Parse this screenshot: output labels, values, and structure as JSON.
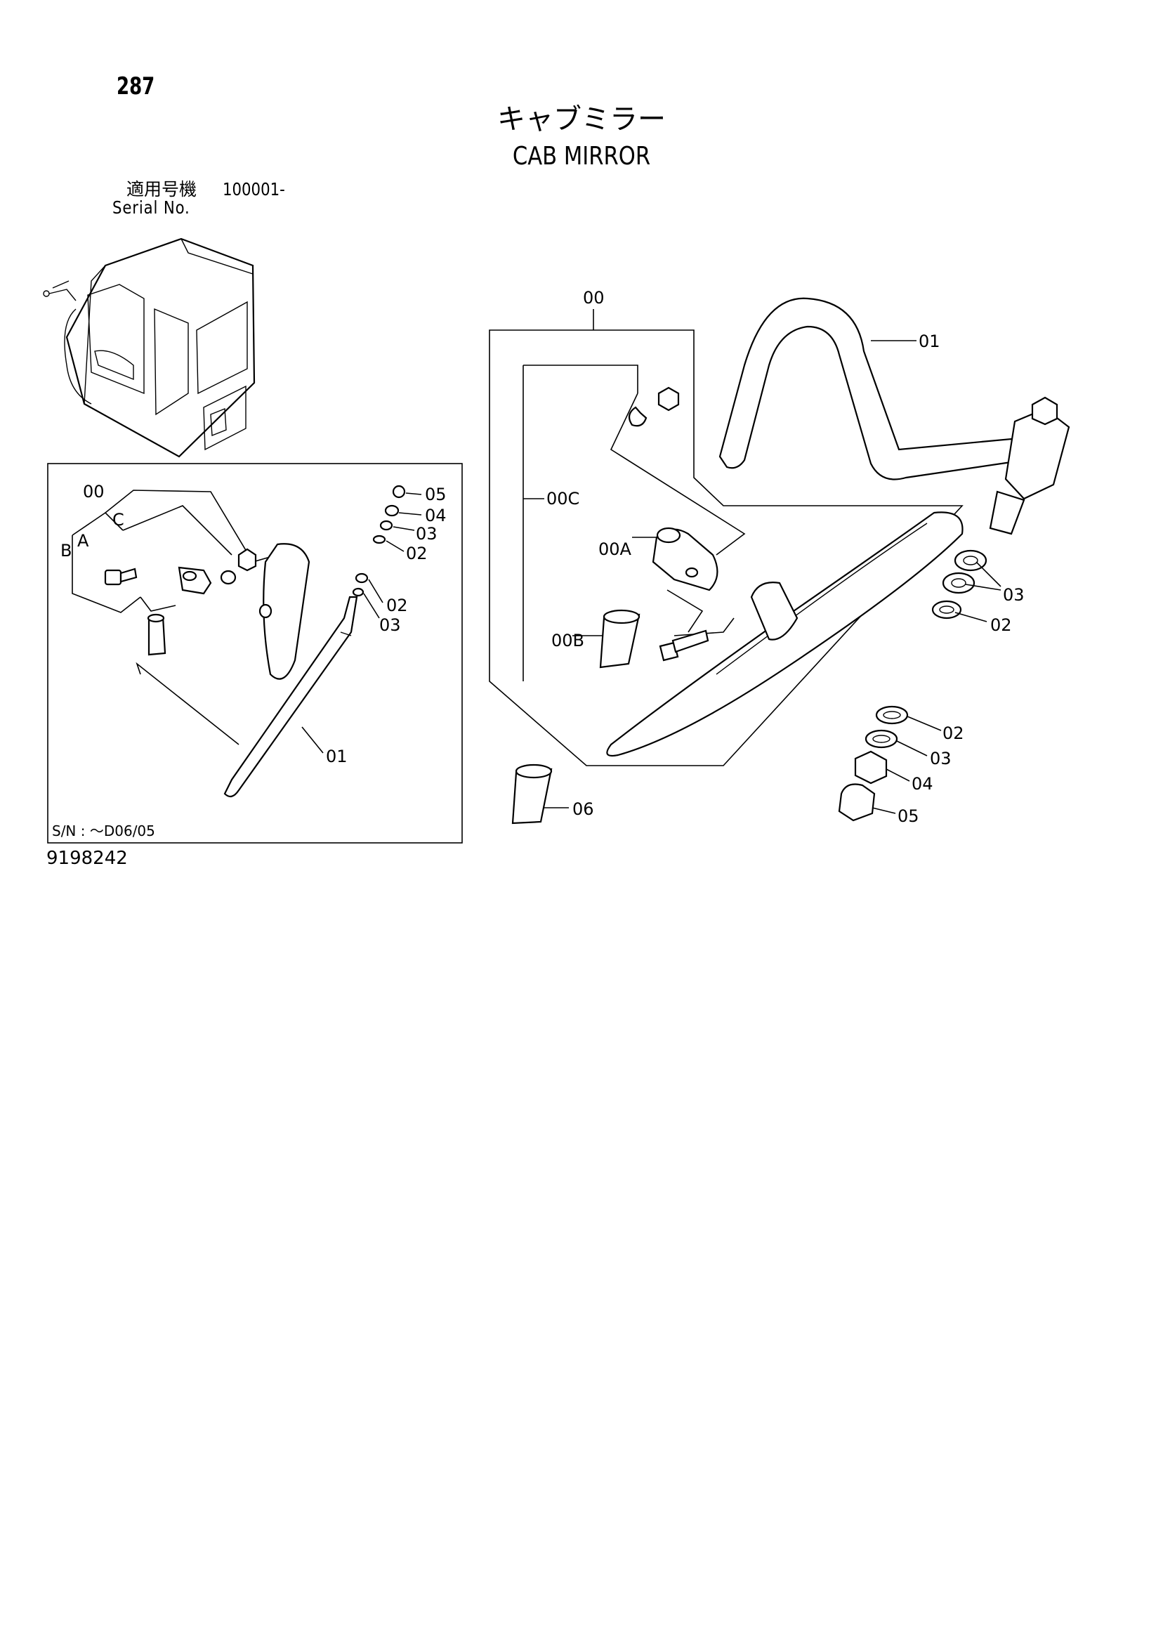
{
  "header": {
    "page_number": "287",
    "title_jp": "キャブミラー",
    "title_en": "CAB MIRROR",
    "serial_label_jp": "適用号機",
    "serial_range": "100001-",
    "serial_label_en": "Serial No."
  },
  "inset": {
    "sn_note": "S/N :   ～D06/05",
    "callouts": {
      "assy": "00",
      "a": "A",
      "b": "B",
      "c": "C",
      "p05": "05",
      "p04": "04",
      "p03_top": "03",
      "p02_top": "02",
      "p02_mid": "02",
      "p03_mid": "03",
      "p01": "01"
    }
  },
  "main": {
    "callouts": {
      "assy": "00",
      "p01": "01",
      "p00c": "00C",
      "p00a": "00A",
      "p00b": "00B",
      "p03_right": "03",
      "p02_right": "02",
      "p02_bottom": "02",
      "p03_bottom": "03",
      "p04_bottom": "04",
      "p05_bottom": "05",
      "p06": "06"
    }
  },
  "footer": {
    "drawing_number": "9198242"
  }
}
